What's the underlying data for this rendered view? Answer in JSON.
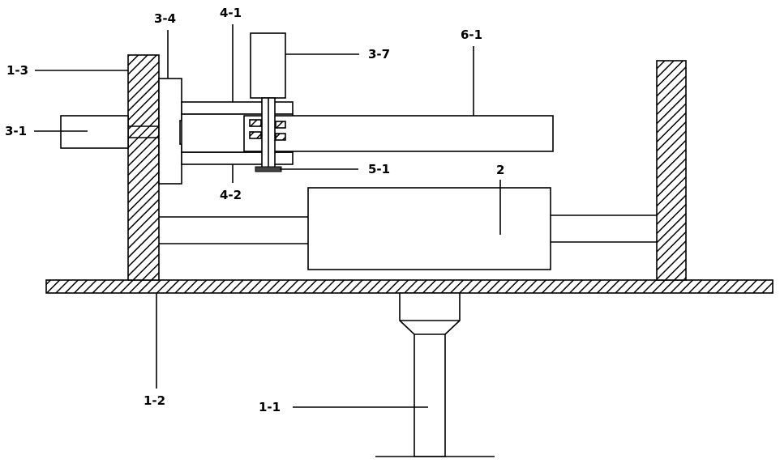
{
  "labels": {
    "l_1_1": "1-1",
    "l_1_2": "1-2",
    "l_1_3": "1-3",
    "l_2": "2",
    "l_3_1": "3-1",
    "l_3_4": "3-4",
    "l_3_7": "3-7",
    "l_4_1": "4-1",
    "l_4_2": "4-2",
    "l_5_1": "5-1",
    "l_6_1": "6-1"
  }
}
